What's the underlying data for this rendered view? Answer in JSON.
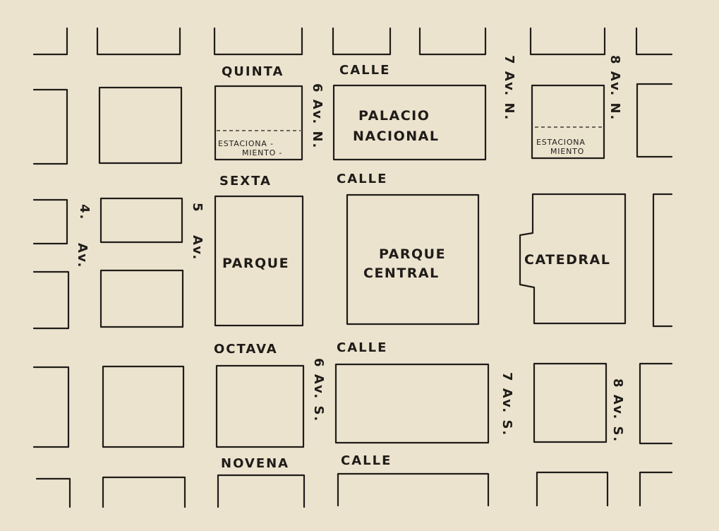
{
  "map": {
    "streets": {
      "quinta": "QUINTA",
      "calle_1": "CALLE",
      "sexta": "SEXTA",
      "calle_2": "CALLE",
      "octava": "OCTAVA",
      "calle_3": "CALLE",
      "novena": "NOVENA",
      "calle_4": "CALLE"
    },
    "avenues": {
      "av4_num": "4.",
      "av4_abbr": "Av.",
      "av5_num": "5",
      "av5_abbr": "Av.",
      "av6n": "6 Av. N.",
      "av7n": "7 Av. N.",
      "av8n": "8 Av. N.",
      "av6s": "6 Av. S.",
      "av7s": "7 Av. S.",
      "av8s": "8 Av. S."
    },
    "buildings": {
      "palacio_1": "PALACIO",
      "palacio_2": "NACIONAL",
      "parque": "PARQUE",
      "parque_central_1": "PARQUE",
      "parque_central_2": "CENTRAL",
      "catedral": "CATEDRAL",
      "estac_left_1": "ESTACIONA -",
      "estac_left_2": "MIENTO -",
      "estac_right_1": "ESTACIONA",
      "estac_right_2": "MIENTO"
    }
  }
}
